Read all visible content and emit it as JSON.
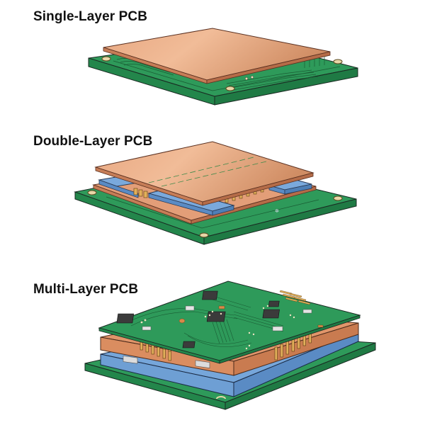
{
  "diagram": {
    "sections": [
      {
        "title": "Single-Layer PCB",
        "layers": [
          "copper-foil",
          "green-substrate"
        ]
      },
      {
        "title": "Double-Layer PCB",
        "layers": [
          "copper-top",
          "blue-components",
          "copper-bottom",
          "green-substrate"
        ]
      },
      {
        "title": "Multi-Layer PCB",
        "layers": [
          "green-populated-board",
          "copper-layer",
          "blue-layer",
          "green-base"
        ]
      }
    ]
  },
  "colors": {
    "copper": "#E4A27C",
    "copper_dark": "#C9825B",
    "copper_edge": "#B97450",
    "green": "#2E9A5A",
    "green_dark": "#1F7A44",
    "blue": "#6E9FD4",
    "blue_dark": "#4E7FB6",
    "gold": "#D9A24A",
    "chip": "#3B3B3B",
    "outline": "#1A2A22"
  }
}
